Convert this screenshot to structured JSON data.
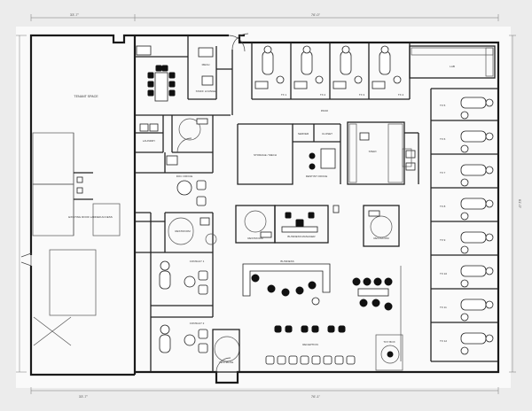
{
  "dimensions": {
    "left_wing_width": "33'-7\"",
    "main_width": "76'-0\"",
    "overall_depth": "61'-0\"",
    "left_wing_bottom": "33'-7\"",
    "bottom_width": "76'-1\""
  },
  "rooms": {
    "tenant_space": "TENANT SPACE",
    "existing_roof_ladder": "EXISTING ROOF LADDER ACCESS",
    "staff_lounge": "STAFF LOUNGE",
    "laundry": "LAUNDRY",
    "mech": "MECH",
    "restroom": "RESTROOM",
    "doctor_office": "DOC OFFICE",
    "dentist_office": "DENTIST OFFICE",
    "storage_mech": "STORAGE / MECH",
    "server": "SERVER",
    "closet": "CLOSET",
    "sterile": "STERI",
    "lab": "LAB",
    "pano": "PANO",
    "business_manager": "BUSINESS MANAGER",
    "business": "BUSINESS",
    "reception": "RECEPTION",
    "vestibule": "VESTIBULE",
    "consult_1": "CONSULT 1",
    "consult_2": "CONSULT 2",
    "toy_box": "TOY BOX",
    "tx1": "TX 1",
    "tx2": "TX 2",
    "tx3": "TX 3",
    "tx4": "TX 4",
    "tx5": "TX 5",
    "tx6": "TX 6",
    "tx7": "TX 7",
    "tx8": "TX 8",
    "tx9": "TX 9",
    "tx10": "TX 10",
    "tx11": "TX 11",
    "tx12": "TX 12"
  }
}
